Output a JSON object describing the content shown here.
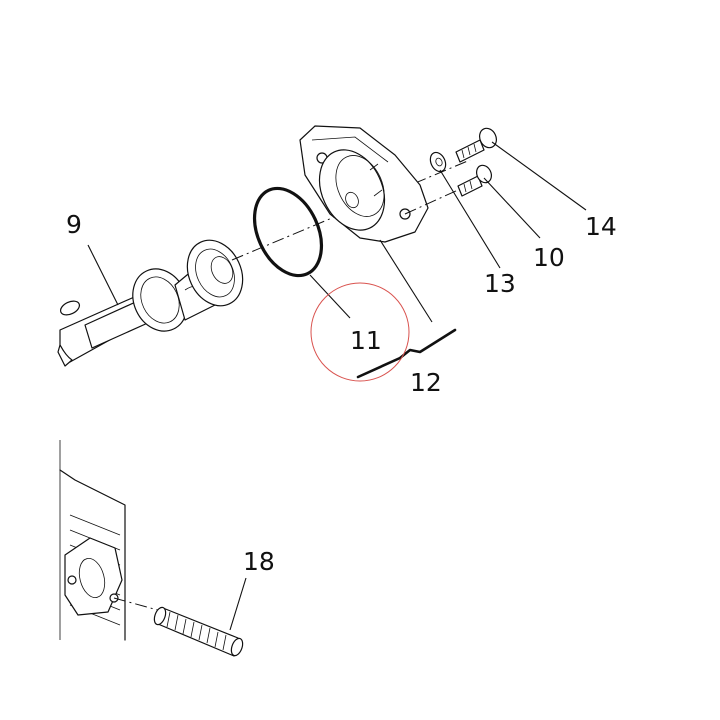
{
  "diagram": {
    "type": "exploded-parts-diagram",
    "callouts": {
      "c9": "9",
      "c10": "10",
      "c11": "11",
      "c12": "12",
      "c13": "13",
      "c14": "14",
      "c18": "18"
    },
    "highlight": {
      "part": "11",
      "color": "#d9534f"
    },
    "colors": {
      "line": "#111111",
      "background": "#ffffff"
    }
  }
}
